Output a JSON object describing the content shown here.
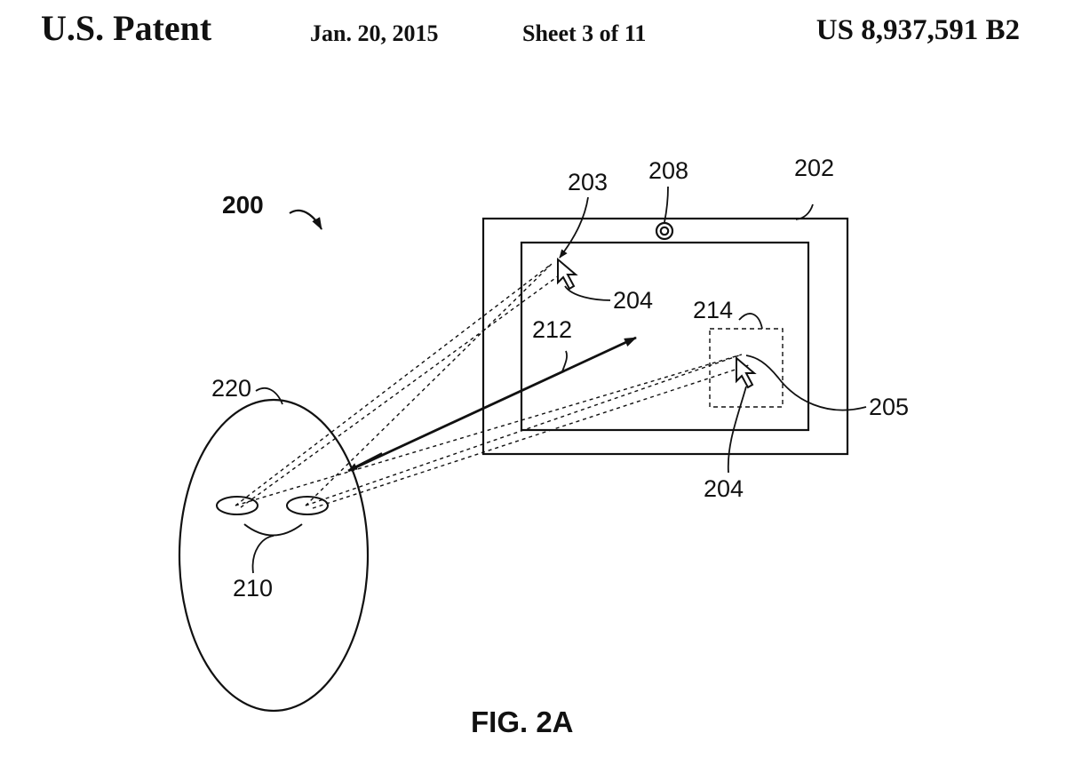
{
  "header": {
    "title": "U.S. Patent",
    "date": "Jan. 20, 2015",
    "sheet": "Sheet 3 of 11",
    "patent_number": "US 8,937,591 B2"
  },
  "figure": {
    "caption": "FIG. 2A",
    "labels": {
      "system": "200",
      "device": "202",
      "target_point": "203",
      "cursor_top": "204",
      "cursor_bottom": "204",
      "gaze_point": "205",
      "camera": "208",
      "eyes": "210",
      "gaze_vector": "212",
      "region": "214",
      "user_head": "220"
    }
  }
}
